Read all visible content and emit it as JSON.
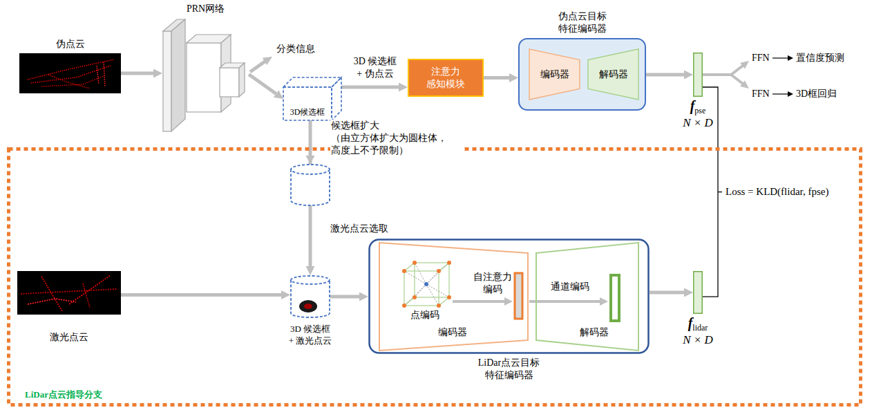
{
  "diagram": {
    "nodes": [
      {
        "text": [
          "伪点云"
        ]
      },
      {
        "text": [
          "PRN网络"
        ]
      },
      {
        "text": [
          "3D候选框"
        ]
      },
      {
        "text": [
          "注意力 感知模块"
        ]
      },
      {
        "text": [
          "伪点云目标 特征编码器"
        ]
      },
      {
        "text": [
          "编码器"
        ],
        "in": 4
      },
      {
        "text": [
          "解码器"
        ],
        "in": 4
      },
      {
        "text": [
          "f",
          "pse",
          "N × D"
        ]
      },
      {
        "text": [
          "LiDar点云指导分支"
        ]
      },
      {
        "text": [
          "激光点云"
        ],
        "in": 8
      },
      {
        "text": [
          "3D 候选框 + 激光点云"
        ],
        "in": 8
      },
      {
        "text": [
          "LiDar点云目标 特征编码器"
        ],
        "in": 8
      },
      {
        "text": [
          "点编码",
          "自注意力 编码",
          "编码器"
        ],
        "in": 11
      },
      {
        "text": [
          "通道编码",
          "解码器"
        ],
        "in": 11
      },
      {
        "text": [
          "f",
          "lidar",
          "N × D"
        ],
        "in": 8
      }
    ],
    "edges": [
      {
        "from": 0,
        "to": 1,
        "arrow": "to"
      },
      {
        "from": 1,
        "to": 2,
        "arrow": "to"
      },
      {
        "from": 2,
        "to": 3,
        "label": "3D 候选框 + 伪点云",
        "arrow": "to"
      },
      {
        "from": 3,
        "to": 4,
        "arrow": "to"
      },
      {
        "from": 4,
        "to": 7,
        "arrow": "to"
      },
      {
        "from": 2,
        "to": 10,
        "label": "候选框扩大（由立方体扩大为圆柱体，高度上不予限制）",
        "arrow": "to"
      },
      {
        "from": 9,
        "to": 10,
        "arrow": "to"
      },
      {
        "from": 10,
        "to": 11,
        "arrow": "to"
      },
      {
        "from": 11,
        "to": 14,
        "arrow": "to"
      },
      {
        "from": 7,
        "to": 14,
        "label": "Loss = KLD(flidar, fpse)",
        "arrow": "none"
      }
    ],
    "labels": [
      "分类信息",
      "激光点云选取",
      "FFN",
      "FFN",
      "置信度预测",
      "3D框回归"
    ]
  }
}
